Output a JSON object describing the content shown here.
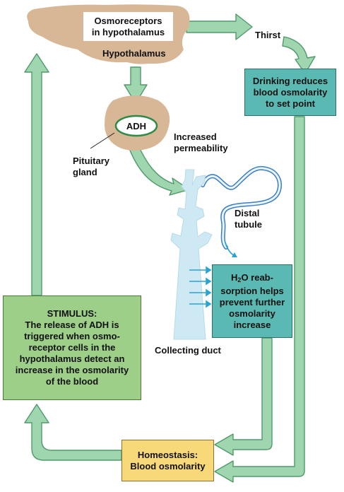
{
  "osmoreceptors": "Osmoreceptors\nin hypothalamus",
  "hypothalamus": "Hypothalamus",
  "adh": "ADH",
  "pituitary_gland": "Pituitary\ngland",
  "thirst": "Thirst",
  "drinking_box": "Drinking reduces\nblood osmolarity\nto set point",
  "increased_permeability": "Increased\npermeability",
  "distal_tubule": "Distal\ntubule",
  "h2o_prefix": "H",
  "h2o_sub": "2",
  "h2o_suffix": "O reab-",
  "h2o_rest": "sorption helps\nprevent further\nosmolarity\nincrease",
  "collecting_duct": "Collecting duct",
  "stimulus_title": "STIMULUS:",
  "stimulus_text": "The release of ADH is\ntriggered when osmo-\nreceptor cells in the\nhypothalamus detect an\nincrease in the osmolarity\nof the blood",
  "homeostasis": "Homeostasis:\nBlood osmolarity",
  "colors": {
    "arrow_fill": "#9fd6b0",
    "arrow_stroke": "#4f9a6a",
    "hypothalamus_fill": "#d8b796",
    "teal_box": "#5ab9b2",
    "green_box": "#9dcf88",
    "yellow_box": "#f7d97a",
    "duct_fill": "#cfe9f4",
    "water_arrow": "#29a3d8"
  }
}
